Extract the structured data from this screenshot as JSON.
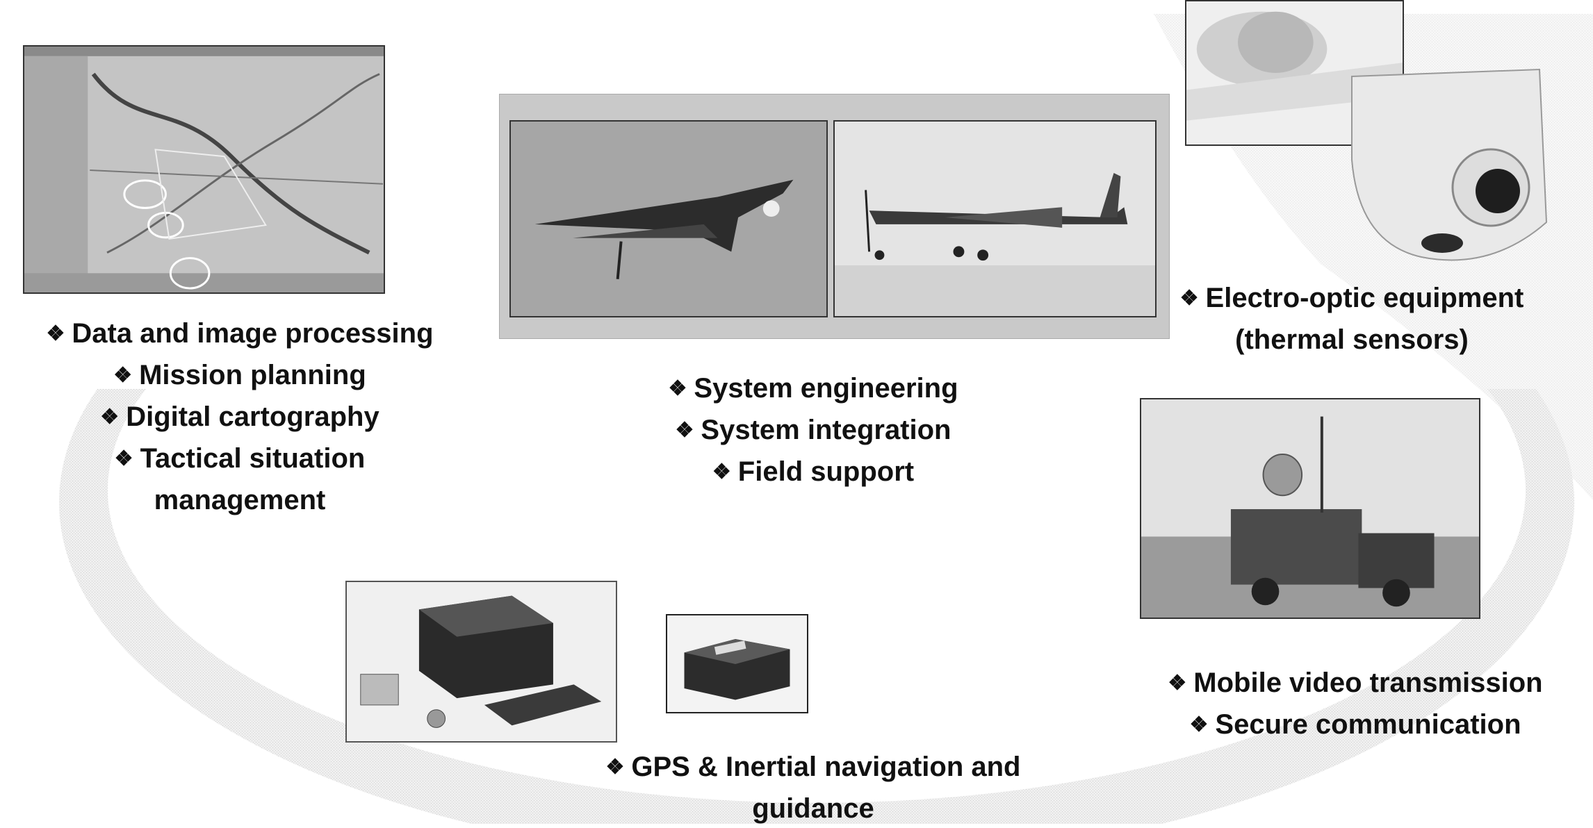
{
  "bullet_glyph": "❖",
  "images": {
    "map_screen": "mission-planning-map-screenshot",
    "uav_delta": "delta-wing-uav-photo",
    "uav_prop": "propeller-uav-photo",
    "eo_turret": "electro-optic-turret-photo",
    "mobile_truck": "mobile-station-truck-photo",
    "nav_units": "navigation-units-photo",
    "nav_box": "navigation-box-photo"
  },
  "captions": {
    "processing": [
      "Data and image processing",
      "Mission planning",
      "Digital cartography",
      "Tactical situation",
      "management"
    ],
    "engineering": [
      "System engineering",
      "System integration",
      "Field support"
    ],
    "electro_optic": [
      "Electro-optic equipment",
      "(thermal sensors)"
    ],
    "mobile": [
      "Mobile video transmission",
      "Secure communication"
    ],
    "navigation": [
      "GPS & Inertial navigation and",
      "guidance"
    ]
  }
}
